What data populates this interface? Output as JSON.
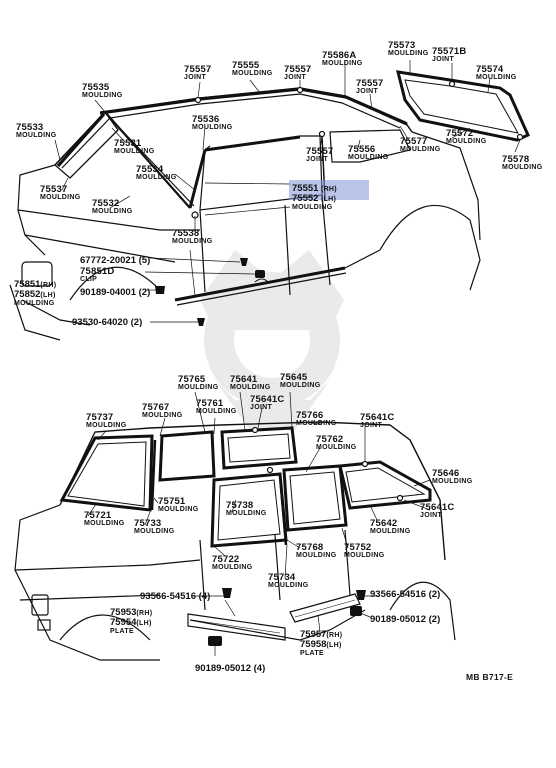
{
  "diagram": {
    "reference": "MB  B717-E",
    "highlight_color": "#7f93d6",
    "top_labels": [
      {
        "id": "t75535",
        "number": "75535",
        "name": "MOULDING"
      },
      {
        "id": "t75533",
        "number": "75533",
        "name": "MOULDING"
      },
      {
        "id": "t75531",
        "number": "75531",
        "name": "MOULDING"
      },
      {
        "id": "t75537",
        "number": "75537",
        "name": "MOULDING"
      },
      {
        "id": "t75532",
        "number": "75532",
        "name": "MOULDING"
      },
      {
        "id": "t75534",
        "number": "75534",
        "name": "MOULDING"
      },
      {
        "id": "t75536",
        "number": "75536",
        "name": "MOULDING"
      },
      {
        "id": "t75557a",
        "number": "75557",
        "name": "JOINT"
      },
      {
        "id": "t75555",
        "number": "75555",
        "name": "MOULDING"
      },
      {
        "id": "t75557b",
        "number": "75557",
        "name": "JOINT"
      },
      {
        "id": "t75586a",
        "number": "75586A",
        "name": "MOULDING"
      },
      {
        "id": "t75557c",
        "number": "75557",
        "name": "JOINT"
      },
      {
        "id": "t75573",
        "number": "75573",
        "name": "MOULDING"
      },
      {
        "id": "t75571b",
        "number": "75571B",
        "name": "JOINT"
      },
      {
        "id": "t75574",
        "number": "75574",
        "name": "MOULDING"
      },
      {
        "id": "t75577",
        "number": "75577",
        "name": "MOULDING"
      },
      {
        "id": "t75572",
        "number": "75572",
        "name": "MOULDING"
      },
      {
        "id": "t75578",
        "number": "75578",
        "name": "MOULDING"
      },
      {
        "id": "t75556",
        "number": "75556",
        "name": "MOULDING"
      },
      {
        "id": "t75557d",
        "number": "75557",
        "name": "JOINT"
      },
      {
        "id": "t75538",
        "number": "75538",
        "name": "MOULDING"
      }
    ],
    "highlighted": {
      "line1": "75551",
      "side1": "(RH)",
      "line2": "75552",
      "side2": "(LH)",
      "name": "MOULDING"
    },
    "fasteners_top": [
      {
        "id": "f67772",
        "text": "67772-20021 (5)"
      },
      {
        "id": "f75851d",
        "text": "75851D",
        "sub": "CLIP"
      },
      {
        "id": "f75851",
        "text": "75851",
        "side": "(RH)"
      },
      {
        "id": "f75852",
        "text": "75852",
        "side": "(LH)",
        "sub": "MOULDING"
      },
      {
        "id": "f90189a",
        "text": "90189-04001 (2)"
      },
      {
        "id": "f93530",
        "text": "93530-64020 (2)"
      }
    ],
    "bottom_labels": [
      {
        "id": "b75765",
        "number": "75765",
        "name": "MOULDING"
      },
      {
        "id": "b75641",
        "number": "75641",
        "name": "MOULDING"
      },
      {
        "id": "b75645",
        "number": "75645",
        "name": "MOULDING"
      },
      {
        "id": "b75767",
        "number": "75767",
        "name": "MOULDING"
      },
      {
        "id": "b75761",
        "number": "75761",
        "name": "MOULDING"
      },
      {
        "id": "b75641c1",
        "number": "75641C",
        "name": "JOINT"
      },
      {
        "id": "b75737",
        "number": "75737",
        "name": "MOULDING"
      },
      {
        "id": "b75766",
        "number": "75766",
        "name": "MOULDING"
      },
      {
        "id": "b75641c2",
        "number": "75641C",
        "name": "JOINT"
      },
      {
        "id": "b75762",
        "number": "75762",
        "name": "MOULDING"
      },
      {
        "id": "b75646",
        "number": "75646",
        "name": "MOULDING"
      },
      {
        "id": "b75751",
        "number": "75751",
        "name": "MOULDING"
      },
      {
        "id": "b75738",
        "number": "75738",
        "name": "MOULDING"
      },
      {
        "id": "b75641c3",
        "number": "75641C",
        "name": "JOINT"
      },
      {
        "id": "b75721",
        "number": "75721",
        "name": "MOULDING"
      },
      {
        "id": "b75733",
        "number": "75733",
        "name": "MOULDING"
      },
      {
        "id": "b75642",
        "number": "75642",
        "name": "MOULDING"
      },
      {
        "id": "b75768",
        "number": "75768",
        "name": "MOULDING"
      },
      {
        "id": "b75752",
        "number": "75752",
        "name": "MOULDING"
      },
      {
        "id": "b75722",
        "number": "75722",
        "name": "MOULDING"
      },
      {
        "id": "b75734",
        "number": "75734",
        "name": "MOULDING"
      }
    ],
    "fasteners_bottom": [
      {
        "id": "g93566a",
        "text": "93566-54516 (4)"
      },
      {
        "id": "g93566b",
        "text": "93566-54516 (2)"
      },
      {
        "id": "g75953",
        "text": "75953",
        "side": "(RH)"
      },
      {
        "id": "g75954",
        "text": "75954",
        "side": "(LH)",
        "sub": "PLATE"
      },
      {
        "id": "g90189b",
        "text": "90189-05012 (2)"
      },
      {
        "id": "g75957",
        "text": "75957",
        "side": "(RH)"
      },
      {
        "id": "g75958",
        "text": "75958",
        "side": "(LH)",
        "sub": "PLATE"
      },
      {
        "id": "g90189c",
        "text": "90189-05012 (4)"
      }
    ]
  }
}
